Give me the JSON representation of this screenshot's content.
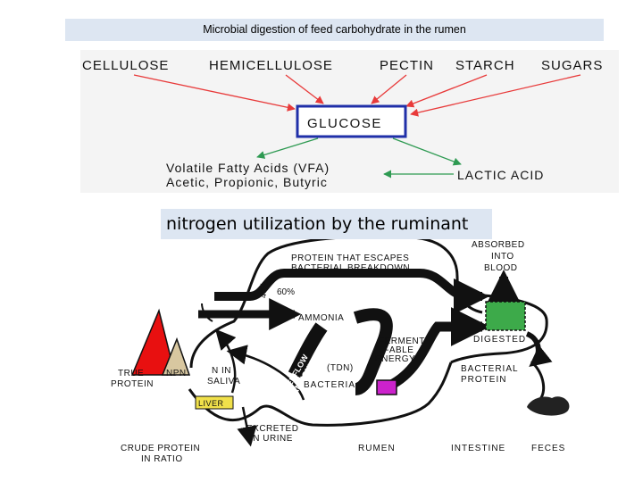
{
  "carb": {
    "title": "Microbial digestion of feed carbohydrate in the rumen",
    "sources": {
      "cellulose": "CELLULOSE",
      "hemicellulose": "HEMICELLULOSE",
      "pectin": "PECTIN",
      "starch": "STARCH",
      "sugars": "SUGARS"
    },
    "glucose": "GLUCOSE",
    "vfa_line1": "Volatile Fatty Acids (VFA)",
    "vfa_line2": "Acetic, Propionic, Butyric",
    "lactic": "LACTIC ACID"
  },
  "nitrogen": {
    "title": "nitrogen utilization by the ruminant",
    "absorbed": [
      "ABSORBED",
      "INTO",
      "BLOOD"
    ],
    "escape": [
      "PROTEIN THAT ESCAPES",
      "BACTERIAL BREAKDOWN"
    ],
    "pct40": "40%",
    "pct60": "60%",
    "ammonia": "AMMONIA",
    "overflow": [
      "OVERFLOW",
      "AMMONIA"
    ],
    "ferment": [
      "FERMENT",
      "-ABLE",
      "ENERGY",
      "(TDN)"
    ],
    "digested": "DIGESTED",
    "bacterial_protein": [
      "BACTERIAL",
      "PROTEIN"
    ],
    "bacteria": "BACTERIA",
    "true_protein": [
      "TRUE",
      "PROTEIN"
    ],
    "npn": "NPN",
    "n_saliva": [
      "N IN",
      "SALIVA"
    ],
    "liver": "LIVER",
    "excreted": [
      "EXCRETED",
      "IN URINE"
    ],
    "crude": [
      "CRUDE PROTEIN",
      "IN RATIO"
    ],
    "rumen": "RUMEN",
    "intestine": "INTESTINE",
    "feces": "FECES"
  },
  "colors": {
    "red_arrow": "#e83a3a",
    "green_arrow": "#2e9a52",
    "glucose_box": "#1f2fa8",
    "banner": "#dde6f2",
    "true_protein_fill": "#e81010",
    "npn_fill": "#d8c7a0",
    "intestine_box": "#3daa4a",
    "bacteria_box": "#cc22cc",
    "liver_fill": "#f0e04a"
  }
}
